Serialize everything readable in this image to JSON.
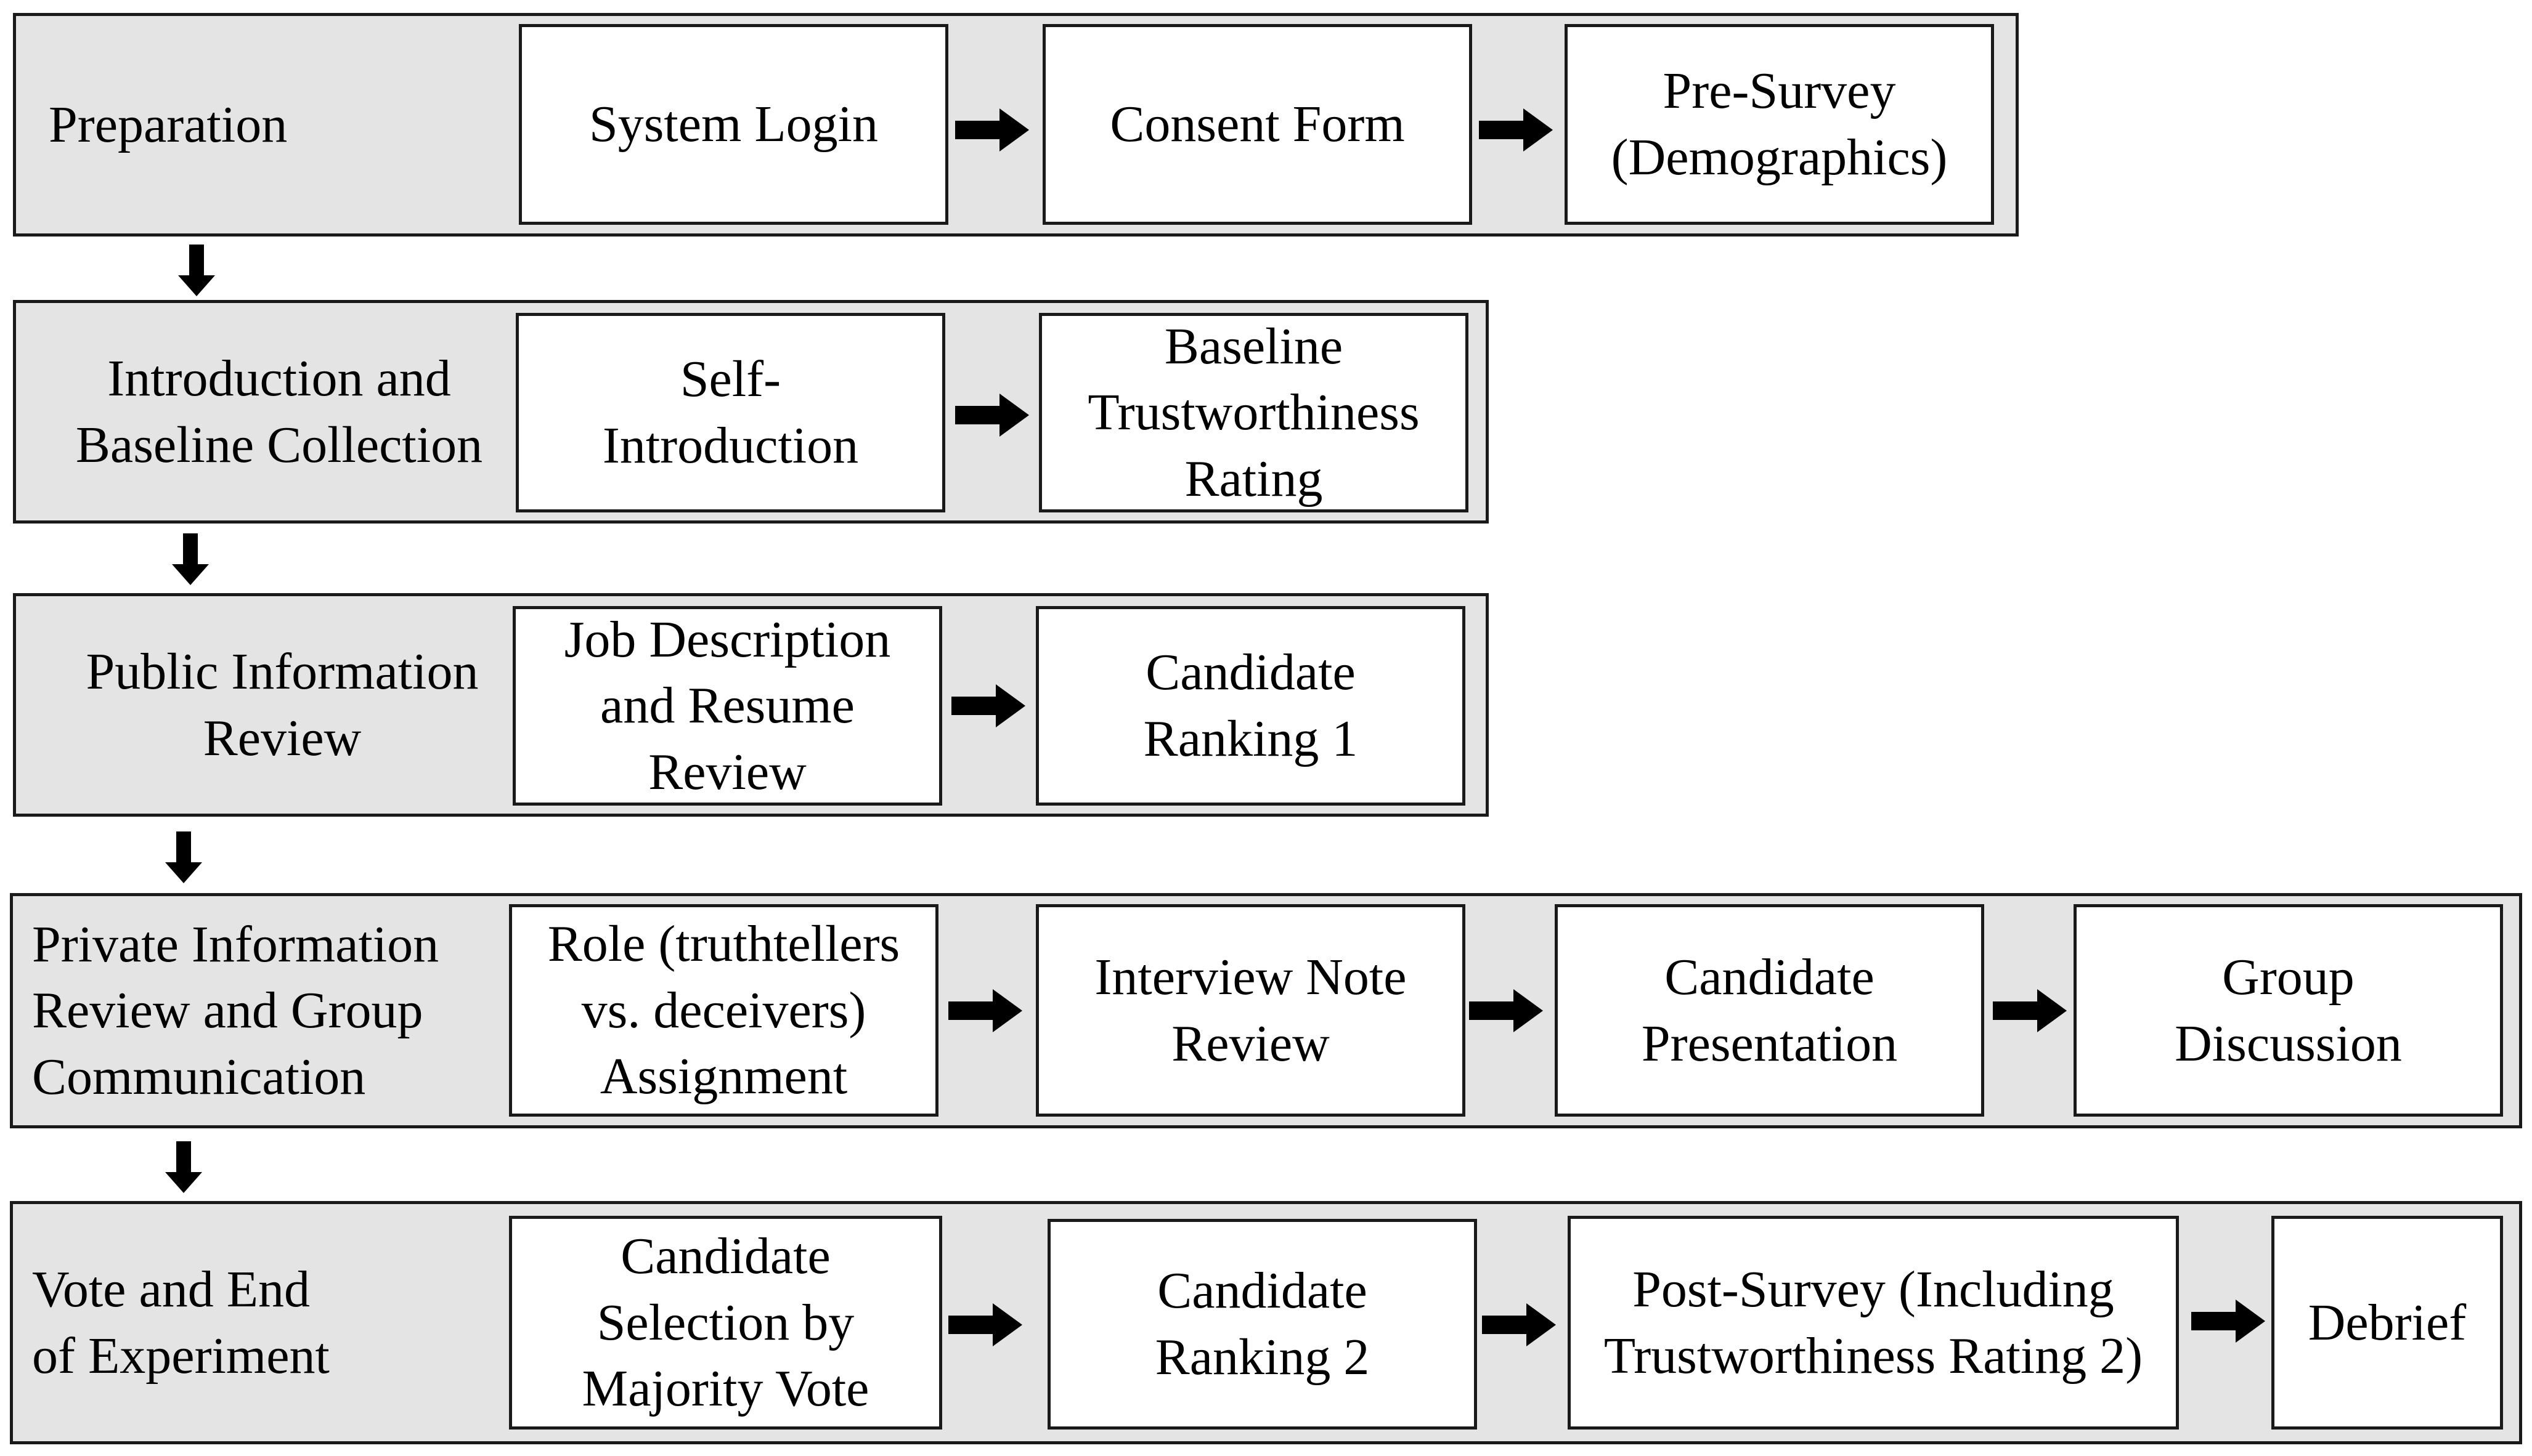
{
  "stages": [
    {
      "label": "Preparation",
      "steps": [
        "System Login",
        "Consent Form",
        "Pre-Survey\n(Demographics)"
      ]
    },
    {
      "label": "Introduction and\nBaseline Collection",
      "steps": [
        "Self-\nIntroduction",
        "Baseline\nTrustworthiness\nRating"
      ]
    },
    {
      "label": "Public Information\nReview",
      "steps": [
        "Job Description\nand Resume\nReview",
        "Candidate\nRanking 1"
      ]
    },
    {
      "label": "Private Information\nReview and Group\nCommunication",
      "steps": [
        "Role (truthtellers\nvs. deceivers)\nAssignment",
        "Interview Note\nReview",
        "Candidate\nPresentation",
        "Group\nDiscussion"
      ]
    },
    {
      "label": "Vote and End\nof Experiment",
      "steps": [
        "Candidate\nSelection by\nMajority Vote",
        "Candidate\nRanking 2",
        "Post-Survey (Including\nTrustworthiness Rating 2)",
        "Debrief"
      ]
    }
  ],
  "colors": {
    "stage_fill": "#e4e4e4",
    "box_fill": "#ffffff",
    "stroke": "#1a1a1a",
    "arrow": "#000000"
  }
}
